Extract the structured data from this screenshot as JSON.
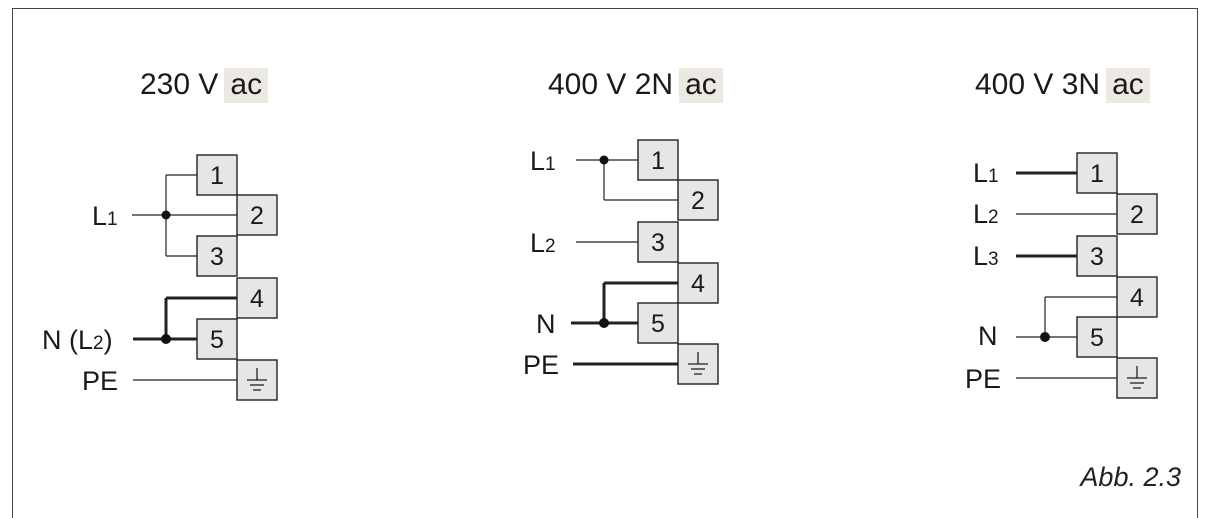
{
  "diagrams": [
    {
      "title_voltage": "230 V",
      "title_ac": "ac",
      "labels": {
        "L1": "L",
        "L1_sub": "1",
        "N": "N (L",
        "N_sub": "2",
        "N_close": ")",
        "PE": "PE"
      },
      "terminals": [
        "1",
        "2",
        "3",
        "4",
        "5"
      ]
    },
    {
      "title_voltage": "400 V 2N",
      "title_ac": "ac",
      "labels": {
        "L1": "L",
        "L1_sub": "1",
        "L2": "L",
        "L2_sub": "2",
        "N": "N",
        "PE": "PE"
      },
      "terminals": [
        "1",
        "2",
        "3",
        "4",
        "5"
      ]
    },
    {
      "title_voltage": "400 V 3N",
      "title_ac": "ac",
      "labels": {
        "L1": "L",
        "L1_sub": "1",
        "L2": "L",
        "L2_sub": "2",
        "L3": "L",
        "L3_sub": "3",
        "N": "N",
        "PE": "PE"
      },
      "terminals": [
        "1",
        "2",
        "3",
        "4",
        "5"
      ]
    }
  ],
  "caption": "Abb. 2.3"
}
